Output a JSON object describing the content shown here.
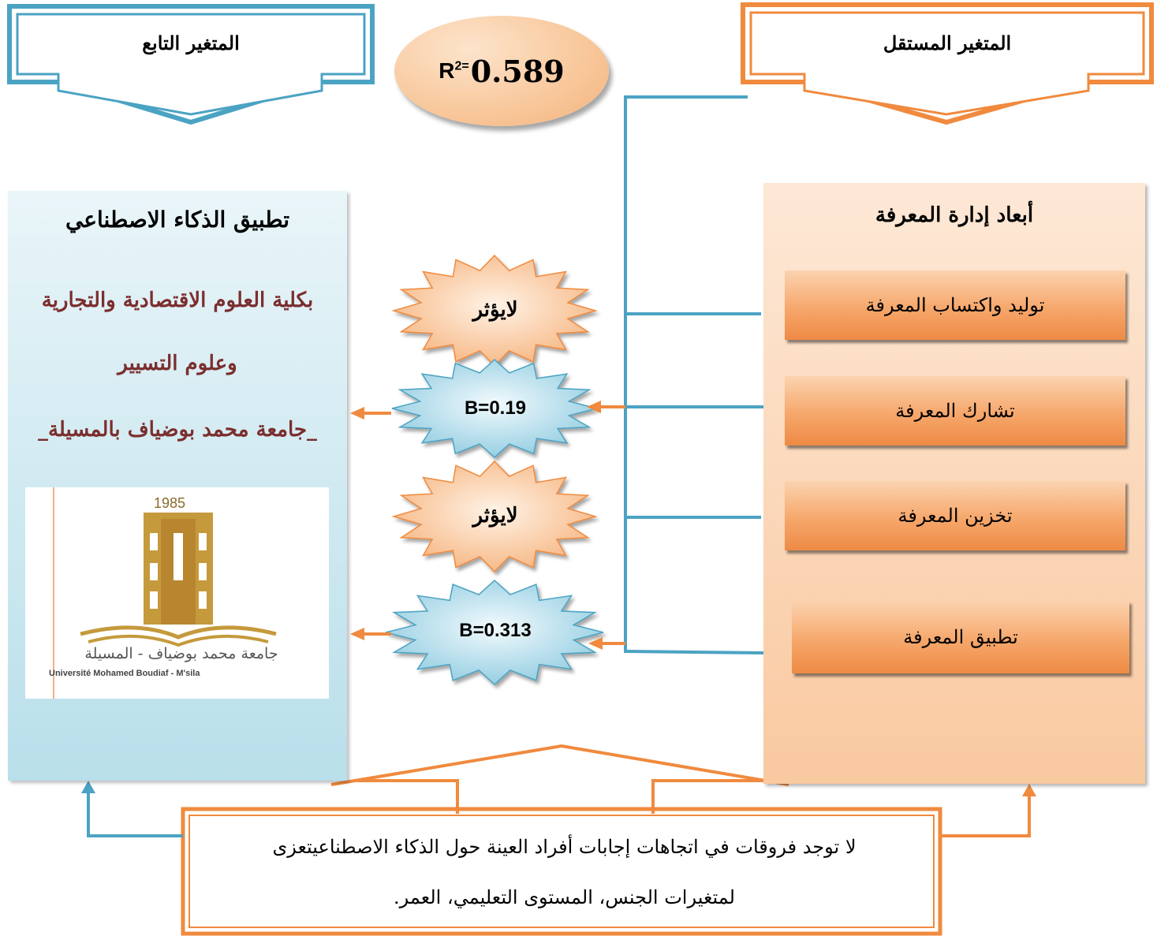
{
  "dependent_header": "المتغير التابع",
  "independent_header": "المتغير المستقل",
  "r_squared": {
    "lhs": "R",
    "sup": "2=",
    "value": "0.589"
  },
  "dependent": {
    "title": "تطبيق الذكاء الاصطناعي",
    "faculty_line1": "بكلية العلوم الاقتصادية والتجارية",
    "faculty_line2": "وعلوم التسيير",
    "faculty_line3": "_جامعة محمد بوضياف بالمسيلة_",
    "logo": {
      "year": "1985",
      "arabic": "جامعة محمد بوضياف - المسيلة",
      "french": "Université Mohamed Boudiaf - M'sila"
    }
  },
  "independent": {
    "title": "أبعاد إدارة المعرفة",
    "dimensions": [
      "توليد واكتساب المعرفة",
      "تشارك المعرفة",
      "تخزين المعرفة",
      "تطبيق المعرفة"
    ]
  },
  "effects": [
    "لايؤثر",
    "B=0.19",
    "لايؤثر",
    "B=0.313"
  ],
  "bottom_note": {
    "line1": "لا توجد فروقات في اتجاهات إجابات أفراد العينة حول الذكاء الاصطناعيتعزى",
    "line2": "لمتغيرات الجنس، المستوى التعليمي، العمر."
  },
  "colors": {
    "blue": "#4ba3c3",
    "orange": "#f08a3e",
    "peach": "#f9c9a0",
    "light_blue": "#b9dfea",
    "maroon": "#7b2e2e",
    "star_orange": "#fbd1ab",
    "star_blue": "#b9e1ee"
  }
}
